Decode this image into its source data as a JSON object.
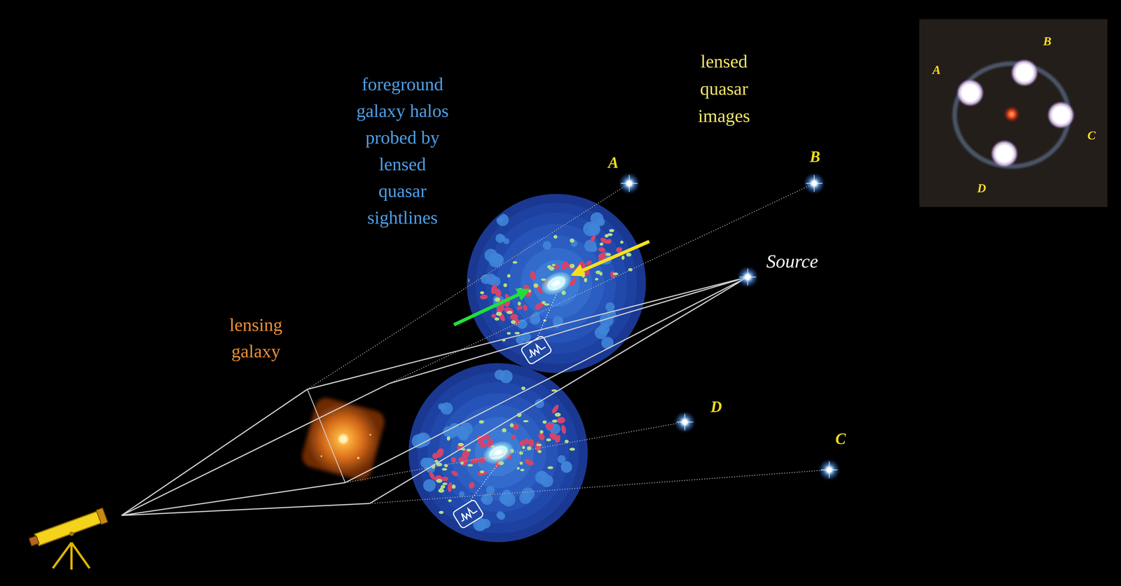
{
  "diagram": {
    "nodes": [
      {
        "text": [
          "A",
          "B",
          "C",
          "D"
        ]
      }
    ],
    "labels": [
      "foreground galaxy halos probed by lensed quasar sightlines",
      "lensed quasar images",
      "lensing galaxy",
      "A",
      "B",
      "Source",
      "D",
      "C"
    ]
  }
}
